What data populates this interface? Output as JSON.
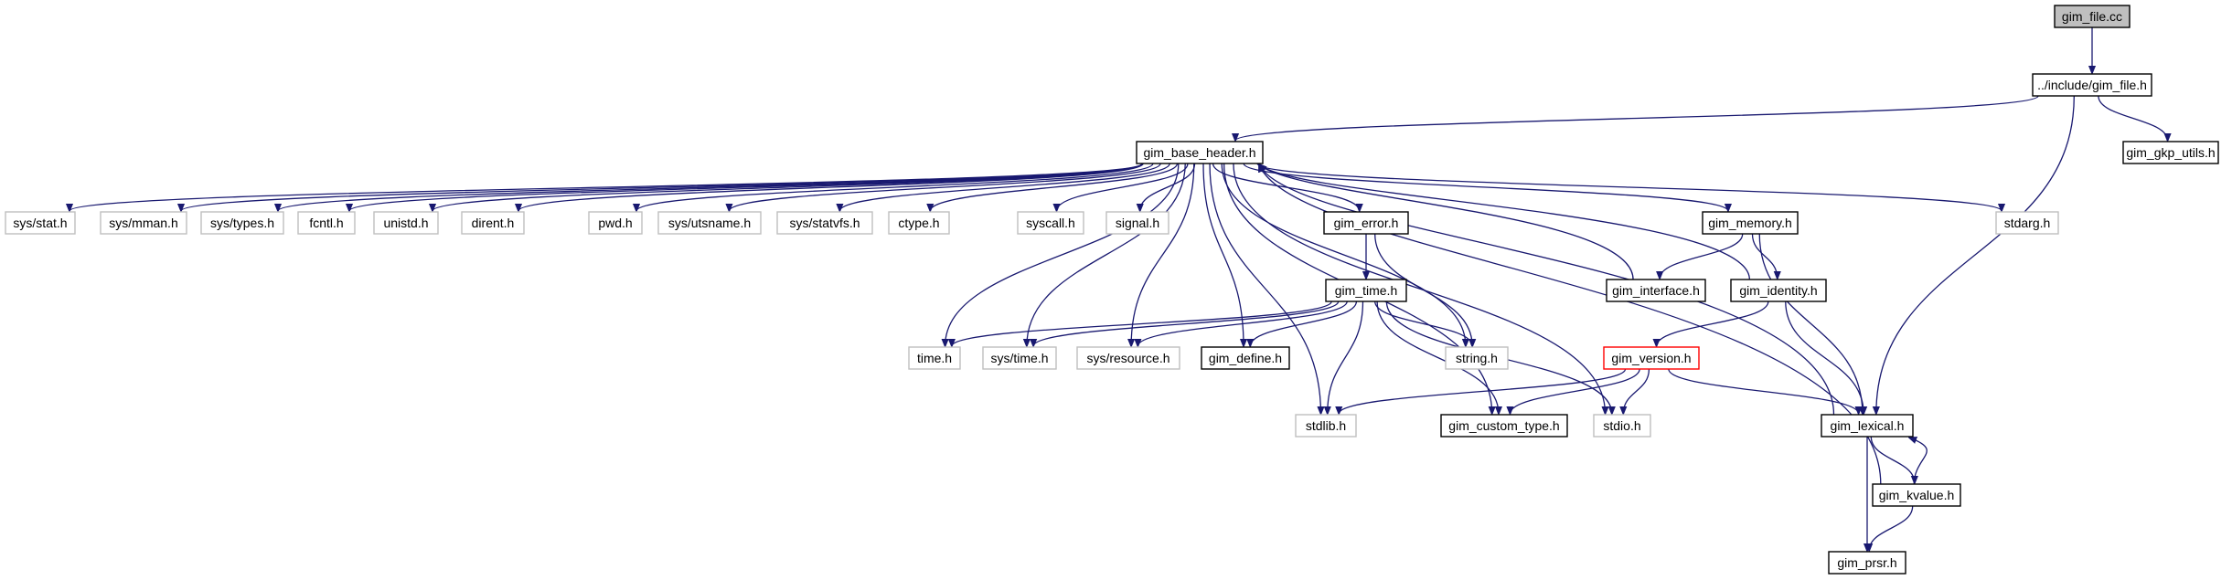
{
  "title": "gim_file.cc",
  "colors": {
    "edge": "#191970",
    "focus_fill": "#bfbfbf",
    "documented_border": "#000000",
    "undocumented_border": "#bfbfbf",
    "truncated_border": "#ff0000"
  },
  "nodes": [
    {
      "id": "gim_file_cc",
      "label": "gim_file.cc",
      "kind": "focus"
    },
    {
      "id": "include_gim_file_h",
      "label": "../include/gim_file.h",
      "kind": "documented"
    },
    {
      "id": "gim_gkp_utils_h",
      "label": "gim_gkp_utils.h",
      "kind": "documented"
    },
    {
      "id": "gim_base_header_h",
      "label": "gim_base_header.h",
      "kind": "documented"
    },
    {
      "id": "sys_stat_h",
      "label": "sys/stat.h",
      "kind": "undocumented"
    },
    {
      "id": "sys_mman_h",
      "label": "sys/mman.h",
      "kind": "undocumented"
    },
    {
      "id": "sys_types_h",
      "label": "sys/types.h",
      "kind": "undocumented"
    },
    {
      "id": "fcntl_h",
      "label": "fcntl.h",
      "kind": "undocumented"
    },
    {
      "id": "unistd_h",
      "label": "unistd.h",
      "kind": "undocumented"
    },
    {
      "id": "dirent_h",
      "label": "dirent.h",
      "kind": "undocumented"
    },
    {
      "id": "pwd_h",
      "label": "pwd.h",
      "kind": "undocumented"
    },
    {
      "id": "sys_utsname_h",
      "label": "sys/utsname.h",
      "kind": "undocumented"
    },
    {
      "id": "sys_statvfs_h",
      "label": "sys/statvfs.h",
      "kind": "undocumented"
    },
    {
      "id": "ctype_h",
      "label": "ctype.h",
      "kind": "undocumented"
    },
    {
      "id": "syscall_h",
      "label": "syscall.h",
      "kind": "undocumented"
    },
    {
      "id": "signal_h",
      "label": "signal.h",
      "kind": "undocumented"
    },
    {
      "id": "gim_error_h",
      "label": "gim_error.h",
      "kind": "documented"
    },
    {
      "id": "gim_memory_h",
      "label": "gim_memory.h",
      "kind": "documented"
    },
    {
      "id": "stdarg_h",
      "label": "stdarg.h",
      "kind": "undocumented"
    },
    {
      "id": "gim_time_h",
      "label": "gim_time.h",
      "kind": "documented"
    },
    {
      "id": "gim_interface_h",
      "label": "gim_interface.h",
      "kind": "documented"
    },
    {
      "id": "gim_identity_h",
      "label": "gim_identity.h",
      "kind": "documented"
    },
    {
      "id": "time_h",
      "label": "time.h",
      "kind": "undocumented"
    },
    {
      "id": "sys_time_h",
      "label": "sys/time.h",
      "kind": "undocumented"
    },
    {
      "id": "sys_resource_h",
      "label": "sys/resource.h",
      "kind": "undocumented"
    },
    {
      "id": "gim_define_h",
      "label": "gim_define.h",
      "kind": "documented"
    },
    {
      "id": "string_h",
      "label": "string.h",
      "kind": "undocumented"
    },
    {
      "id": "gim_version_h",
      "label": "gim_version.h",
      "kind": "truncated"
    },
    {
      "id": "stdlib_h",
      "label": "stdlib.h",
      "kind": "undocumented"
    },
    {
      "id": "gim_custom_type_h",
      "label": "gim_custom_type.h",
      "kind": "documented"
    },
    {
      "id": "stdio_h",
      "label": "stdio.h",
      "kind": "undocumented"
    },
    {
      "id": "gim_lexical_h",
      "label": "gim_lexical.h",
      "kind": "documented"
    },
    {
      "id": "gim_kvalue_h",
      "label": "gim_kvalue.h",
      "kind": "documented"
    },
    {
      "id": "gim_prsr_h",
      "label": "gim_prsr.h",
      "kind": "documented"
    }
  ],
  "edges": [
    {
      "from": "gim_file_cc",
      "to": "include_gim_file_h"
    },
    {
      "from": "include_gim_file_h",
      "to": "gim_base_header_h"
    },
    {
      "from": "include_gim_file_h",
      "to": "gim_gkp_utils_h"
    },
    {
      "from": "include_gim_file_h",
      "to": "gim_lexical_h"
    },
    {
      "from": "gim_base_header_h",
      "to": "sys_stat_h"
    },
    {
      "from": "gim_base_header_h",
      "to": "sys_mman_h"
    },
    {
      "from": "gim_base_header_h",
      "to": "sys_types_h"
    },
    {
      "from": "gim_base_header_h",
      "to": "fcntl_h"
    },
    {
      "from": "gim_base_header_h",
      "to": "unistd_h"
    },
    {
      "from": "gim_base_header_h",
      "to": "dirent_h"
    },
    {
      "from": "gim_base_header_h",
      "to": "pwd_h"
    },
    {
      "from": "gim_base_header_h",
      "to": "sys_utsname_h"
    },
    {
      "from": "gim_base_header_h",
      "to": "sys_statvfs_h"
    },
    {
      "from": "gim_base_header_h",
      "to": "ctype_h"
    },
    {
      "from": "gim_base_header_h",
      "to": "syscall_h"
    },
    {
      "from": "gim_base_header_h",
      "to": "signal_h"
    },
    {
      "from": "gim_base_header_h",
      "to": "gim_error_h"
    },
    {
      "from": "gim_base_header_h",
      "to": "gim_memory_h"
    },
    {
      "from": "gim_base_header_h",
      "to": "stdarg_h"
    },
    {
      "from": "gim_base_header_h",
      "to": "time_h"
    },
    {
      "from": "gim_base_header_h",
      "to": "sys_time_h"
    },
    {
      "from": "gim_base_header_h",
      "to": "sys_resource_h"
    },
    {
      "from": "gim_base_header_h",
      "to": "gim_define_h"
    },
    {
      "from": "gim_base_header_h",
      "to": "string_h"
    },
    {
      "from": "gim_base_header_h",
      "to": "stdlib_h"
    },
    {
      "from": "gim_base_header_h",
      "to": "gim_custom_type_h"
    },
    {
      "from": "gim_base_header_h",
      "to": "stdio_h"
    },
    {
      "from": "gim_error_h",
      "to": "gim_time_h"
    },
    {
      "from": "gim_error_h",
      "to": "string_h"
    },
    {
      "from": "gim_time_h",
      "to": "time_h"
    },
    {
      "from": "gim_time_h",
      "to": "sys_time_h"
    },
    {
      "from": "gim_time_h",
      "to": "sys_resource_h"
    },
    {
      "from": "gim_time_h",
      "to": "gim_define_h"
    },
    {
      "from": "gim_time_h",
      "to": "string_h"
    },
    {
      "from": "gim_time_h",
      "to": "stdlib_h"
    },
    {
      "from": "gim_time_h",
      "to": "gim_custom_type_h"
    },
    {
      "from": "gim_time_h",
      "to": "stdio_h"
    },
    {
      "from": "gim_memory_h",
      "to": "gim_interface_h"
    },
    {
      "from": "gim_memory_h",
      "to": "gim_identity_h"
    },
    {
      "from": "gim_memory_h",
      "to": "gim_lexical_h"
    },
    {
      "from": "gim_interface_h",
      "to": "gim_base_header_h"
    },
    {
      "from": "gim_identity_h",
      "to": "gim_base_header_h"
    },
    {
      "from": "gim_identity_h",
      "to": "gim_version_h"
    },
    {
      "from": "gim_identity_h",
      "to": "gim_lexical_h"
    },
    {
      "from": "gim_version_h",
      "to": "stdlib_h"
    },
    {
      "from": "gim_version_h",
      "to": "gim_custom_type_h"
    },
    {
      "from": "gim_version_h",
      "to": "stdio_h"
    },
    {
      "from": "gim_version_h",
      "to": "gim_lexical_h"
    },
    {
      "from": "gim_lexical_h",
      "to": "gim_base_header_h"
    },
    {
      "from": "gim_lexical_h",
      "to": "gim_kvalue_h"
    },
    {
      "from": "gim_lexical_h",
      "to": "gim_prsr_h"
    },
    {
      "from": "gim_kvalue_h",
      "to": "gim_base_header_h"
    },
    {
      "from": "gim_kvalue_h",
      "to": "gim_lexical_h"
    },
    {
      "from": "gim_kvalue_h",
      "to": "gim_prsr_h"
    }
  ]
}
